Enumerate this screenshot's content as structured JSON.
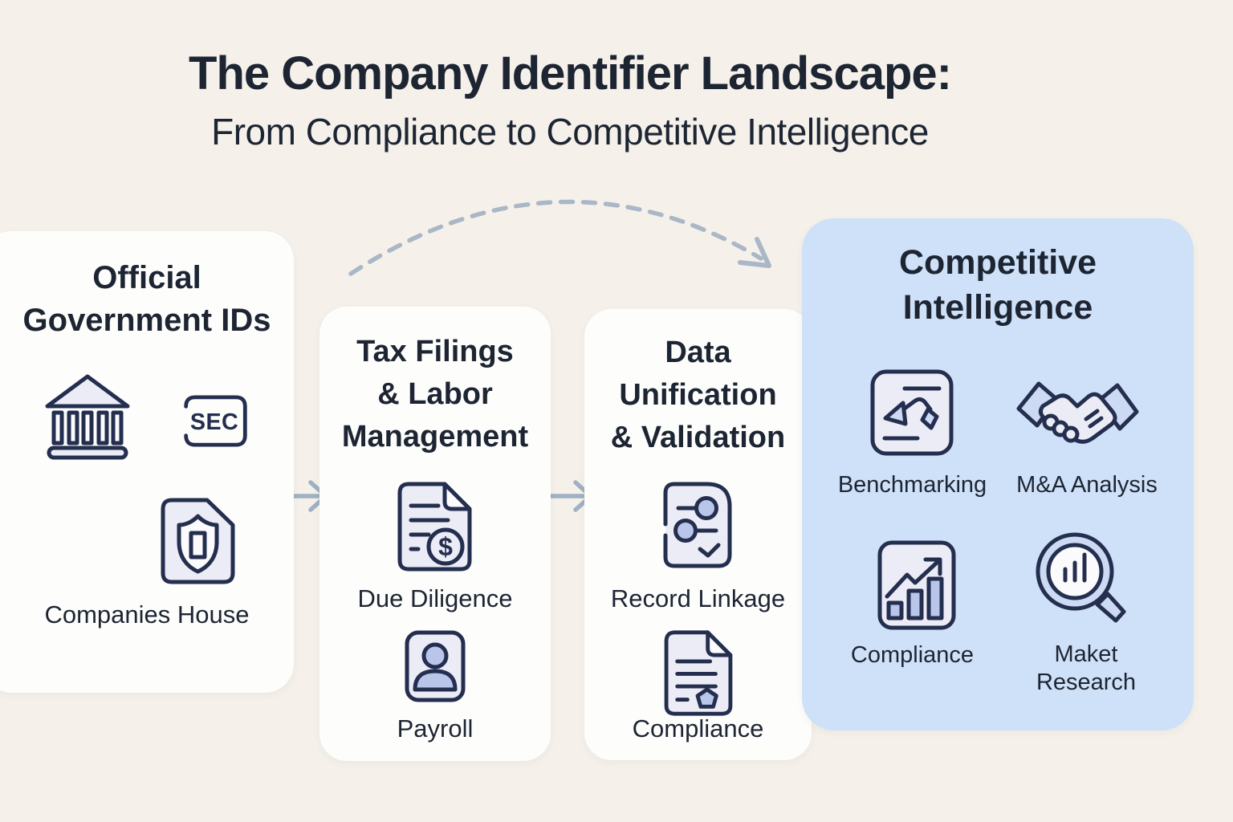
{
  "colors": {
    "bg": "#f5f1ea",
    "card": "#fdfdfc",
    "card-blue": "#cfe1f8",
    "ink": "#1d2533",
    "icon-stroke": "#242e4e",
    "fill-light": "#ececf7",
    "fill-mid": "#b9c6ea",
    "fill-blue": "#ccdaf4",
    "fill-white": "#fbfbfd",
    "arrow": "#9fb1c3",
    "arrow-dashed": "#aab7c7"
  },
  "header": {
    "title": "The Company Identifier Landscape:",
    "subtitle": "From Compliance to Competitive Intelligence"
  },
  "flow": {
    "cards": [
      {
        "name": "official-government-ids",
        "title_lines": [
          "Official",
          "Government IDs"
        ],
        "icons": {
          "sec_text": "SEC"
        },
        "items": [
          {
            "icon": "shield-document-icon",
            "label": "Companies House"
          }
        ]
      },
      {
        "name": "tax-filings-labor-management",
        "title_lines": [
          "Tax Filings",
          "& Labor",
          "Management"
        ],
        "icons": {
          "dollar_text": "$"
        },
        "items": [
          {
            "icon": "document-dollar-icon",
            "label": "Due Diligence"
          },
          {
            "icon": "person-icon",
            "label": "Payroll"
          }
        ]
      },
      {
        "name": "data-unification-validation",
        "title_lines": [
          "Data",
          "Unification",
          "& Validation"
        ],
        "items": [
          {
            "icon": "sliders-document-icon",
            "label": "Record Linkage"
          },
          {
            "icon": "document-seal-icon",
            "label": "Compliance"
          }
        ]
      },
      {
        "name": "competitive-intelligence",
        "title_lines": [
          "Competitive",
          "Intelligence"
        ],
        "items": [
          {
            "icon": "benchmarking-icon",
            "label": "Benchmarking"
          },
          {
            "icon": "handshake-icon",
            "label": "M&A Analysis"
          },
          {
            "icon": "bar-chart-growth-icon",
            "label": "Compliance"
          },
          {
            "icon": "magnifier-chart-icon",
            "label": "Maket Research"
          }
        ]
      }
    ]
  }
}
